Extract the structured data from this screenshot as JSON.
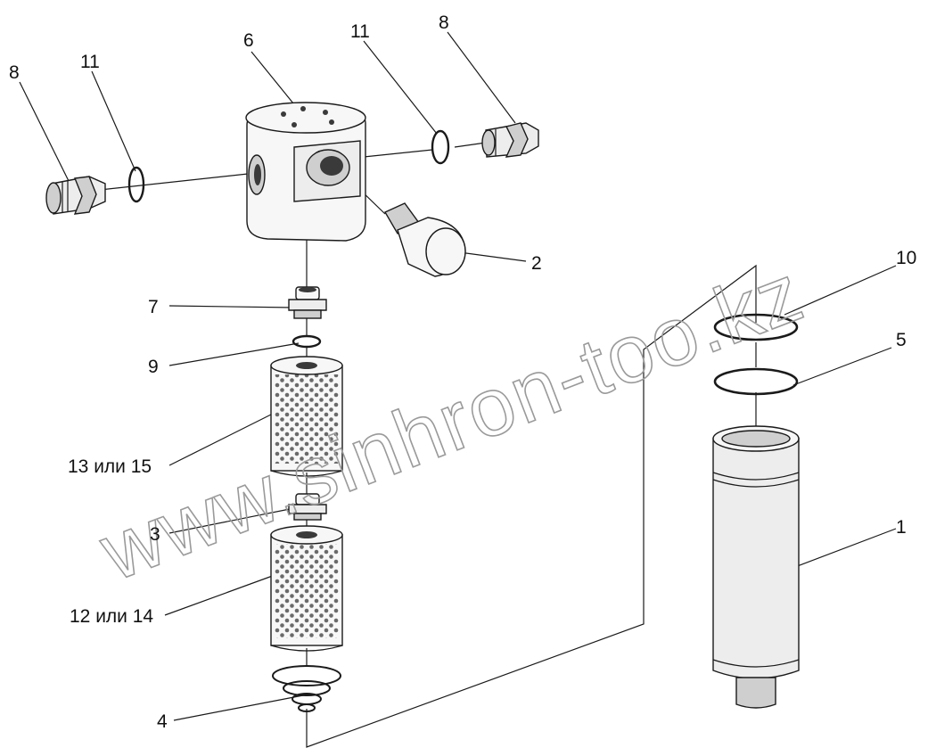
{
  "labels": {
    "p8_left": "8",
    "p11_left": "11",
    "p6": "6",
    "p11_right": "11",
    "p8_right": "8",
    "p2": "2",
    "p10": "10",
    "p5": "5",
    "p7": "7",
    "p9": "9",
    "p13_15": "13 или 15",
    "p3": "3",
    "p1": "1",
    "p12_14": "12 или 14",
    "p4": "4"
  },
  "watermark": "www.sinhron-too.kz"
}
